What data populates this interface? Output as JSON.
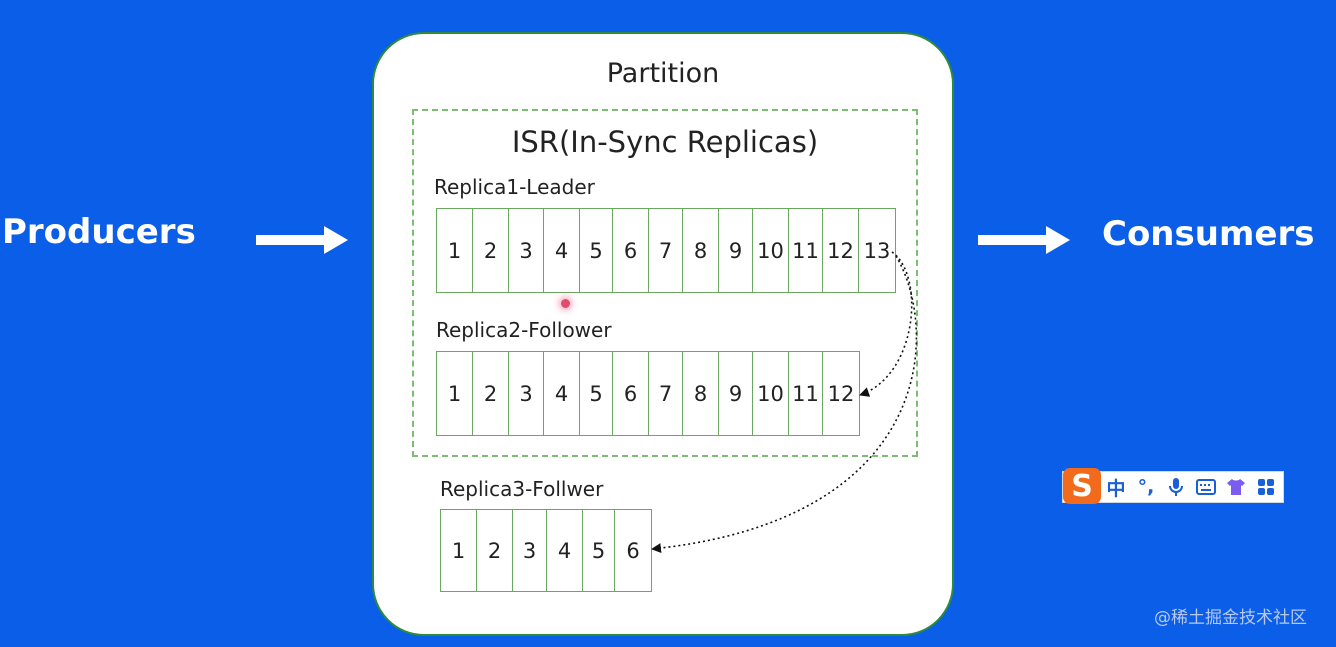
{
  "diagram": {
    "producers_label": "Producers",
    "consumers_label": "Consumers",
    "partition_title": "Partition",
    "isr_title": "ISR(In-Sync Replicas)",
    "replicas": [
      {
        "label": "Replica1-Leader",
        "cells": [
          "1",
          "2",
          "3",
          "4",
          "5",
          "6",
          "7",
          "8",
          "9",
          "10",
          "11",
          "12",
          "13"
        ]
      },
      {
        "label": "Replica2-Follower",
        "cells": [
          "1",
          "2",
          "3",
          "4",
          "5",
          "6",
          "7",
          "8",
          "9",
          "10",
          "11",
          "12"
        ]
      },
      {
        "label": "Replica3-Follwer",
        "cells": [
          "1",
          "2",
          "3",
          "4",
          "5",
          "6"
        ]
      }
    ],
    "colors": {
      "background": "#0b5ee8",
      "border_green": "#6aa85f",
      "partition_border": "#2e8a3c"
    }
  },
  "ime_toolbar": {
    "logo": "S",
    "mode": "中",
    "punct": "°,",
    "icons": [
      "mic-icon",
      "keyboard-icon",
      "skin-icon",
      "apps-icon"
    ]
  },
  "watermark": "@稀土掘金技术社区"
}
